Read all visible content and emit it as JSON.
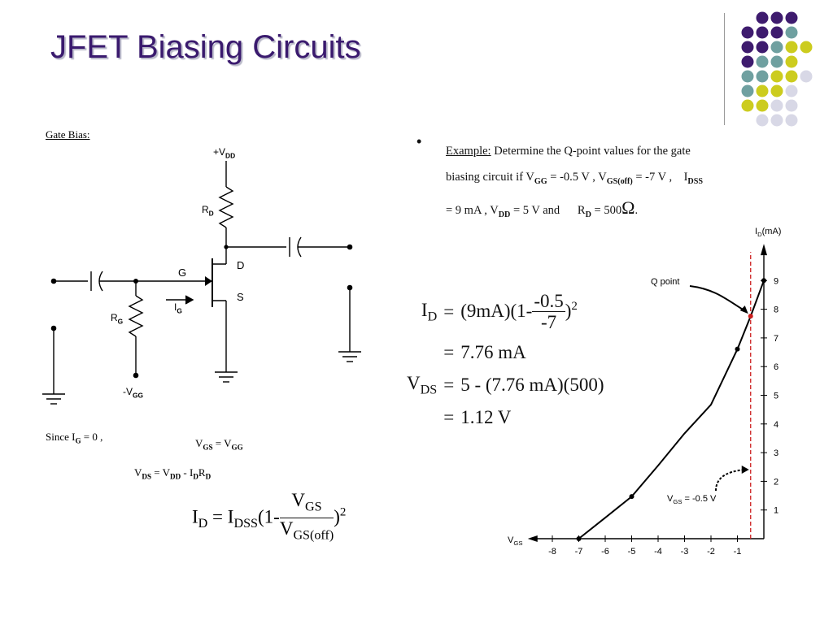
{
  "slide_title": "JFET Biasing Circuits",
  "circuit": {
    "heading": "Gate Bias:",
    "vdd_label": "+V",
    "vdd_sub": "DD",
    "rd_label": "R",
    "rd_sub": "D",
    "rg_label": "R",
    "rg_sub": "G",
    "g_label": "G",
    "d_label": "D",
    "s_label": "S",
    "ig_label": "I",
    "ig_sub": "G",
    "vgg_label": "-V",
    "vgg_sub": "GG"
  },
  "circuit_equations": {
    "since": "Since I",
    "since_sub": "G",
    "since_tail": " = 0 ,",
    "vgs_eq_a": "V",
    "vgs_eq_a_sub": "GS",
    "vgs_eq_b": " = V",
    "vgs_eq_b_sub": "GG",
    "vds_a": "V",
    "vds_a_sub": "DS",
    "vds_b": " = V",
    "vds_b_sub": "DD",
    "vds_c": " - I",
    "vds_c_sub": "D",
    "vds_d": "R",
    "vds_d_sub": "D",
    "id_lhs": "I",
    "id_lhs_sub": "D",
    "id_eq": " = ",
    "id_rhs": "I",
    "id_rhs_sub": "DSS",
    "id_open": "(1-",
    "id_num": "V",
    "id_num_sub": "GS",
    "id_den": "V",
    "id_den_sub": "GS(off)",
    "id_close": ")",
    "id_exp": "2"
  },
  "example": {
    "bullet": "•",
    "label": "Example:",
    "line1_rest": " Determine the Q-point values for the gate",
    "line2_a": "biasing circuit if V",
    "line2_a_sub": "GG",
    "line2_b": " = -0.5 V , V",
    "line2_b_sub": "GS(off)",
    "line2_c": " = -7 V ,    I",
    "line2_c_sub": "DSS",
    "line3_a": "= 9 mA , V",
    "line3_a_sub": "DD",
    "line3_b": " = 5 V and      R",
    "line3_b_sub": "D",
    "line3_c": " = 500",
    "omega": "Ω",
    "line3_end": "."
  },
  "solution": {
    "r1_lhs": "I",
    "r1_lhs_sub": "D",
    "eq": "=",
    "r1_a": "(9mA)(1-",
    "r1_num": "-0.5",
    "r1_den": "-7",
    "r1_close": ")",
    "r1_exp": "2",
    "r2": "7.76 mA",
    "r3_lhs": "V",
    "r3_lhs_sub": "DS",
    "r3": "5 - (7.76 mA)(500)",
    "r4": "1.12 V"
  },
  "chart_data": {
    "type": "line",
    "xlabel": "V",
    "xlabel_sub": "GS",
    "ylabel": "I",
    "ylabel_sub": "D",
    "ylabel_unit": "(mA)",
    "x_ticks": [
      -8,
      -7,
      -6,
      -5,
      -4,
      -3,
      -2,
      -1
    ],
    "y_ticks": [
      1,
      2,
      3,
      4,
      5,
      6,
      7,
      8,
      9
    ],
    "xlim": [
      -8.5,
      0
    ],
    "ylim": [
      0,
      9.6
    ],
    "series": [
      {
        "x": [
          -7,
          -6,
          -5,
          -4,
          -3,
          -2,
          -1,
          -0.5,
          0
        ],
        "y": [
          0,
          0.73,
          1.47,
          2.55,
          3.67,
          4.67,
          6.61,
          7.76,
          9
        ]
      }
    ],
    "marked_points": [
      {
        "x": -7,
        "y": 0
      },
      {
        "x": -5,
        "y": 1.47
      },
      {
        "x": -1,
        "y": 6.61
      },
      {
        "x": -0.5,
        "y": 7.76
      },
      {
        "x": 0,
        "y": 9
      }
    ],
    "q_point": {
      "x": -0.5,
      "y": 7.76
    },
    "q_label": "Q point",
    "vgs_line_label": "V",
    "vgs_line_sub": "GS",
    "vgs_line_value": " = -0.5 V",
    "colors": {
      "curve": "#000000",
      "vgs_line": "#cc1f1f",
      "q_point": "#cc1f1f"
    }
  },
  "decor_colors": {
    "purple": "#3e1b6e",
    "teal": "#6fa0a0",
    "yellow": "#cccc1e",
    "lavender": "#d8d8e6"
  }
}
